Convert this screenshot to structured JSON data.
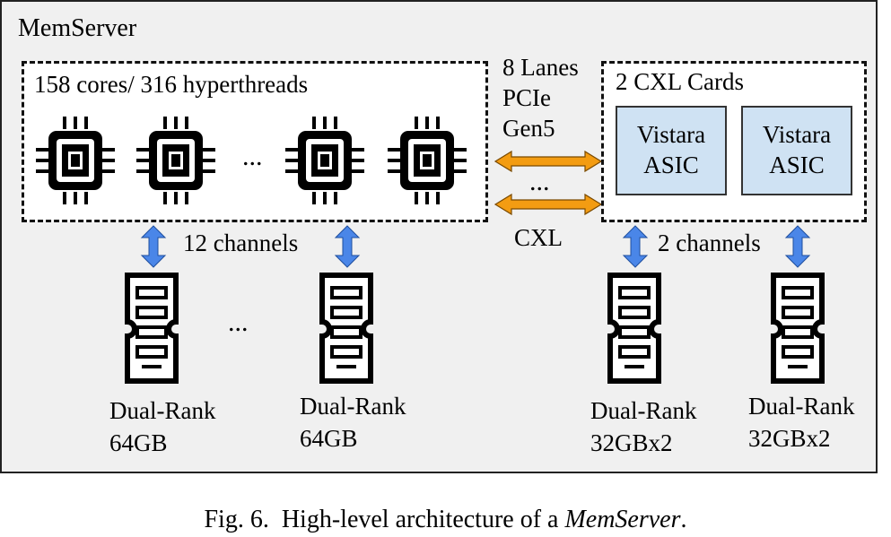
{
  "server": {
    "title": "MemServer"
  },
  "cpu": {
    "title": "158 cores/ 316 hyperthreads",
    "ellipsis": "..."
  },
  "link": {
    "lines": [
      "8 Lanes",
      "PCIe",
      "Gen5"
    ],
    "ellipsis": "...",
    "protocol": "CXL"
  },
  "cxl": {
    "title": "2 CXL Cards",
    "asics": [
      {
        "line1": "Vistara",
        "line2": "ASIC"
      },
      {
        "line1": "Vistara",
        "line2": "ASIC"
      }
    ]
  },
  "channels": {
    "left": "12 channels",
    "right": "2 channels"
  },
  "dimm_ellipsis": "...",
  "dimms": [
    {
      "line1": "Dual-Rank",
      "line2": "64GB"
    },
    {
      "line1": "Dual-Rank",
      "line2": "64GB"
    },
    {
      "line1": "Dual-Rank",
      "line2": "32GBx2"
    },
    {
      "line1": "Dual-Rank",
      "line2": "32GBx2"
    }
  ],
  "caption": {
    "prefix": "Fig. 6.  High-level architecture of a ",
    "emphasis": "MemServer",
    "suffix": "."
  },
  "colors": {
    "asic_fill": "#cfe2f3",
    "blue_arrow": "#4a86e8",
    "orange_arrow": "#f39c12",
    "server_fill": "#f0f0f0"
  }
}
